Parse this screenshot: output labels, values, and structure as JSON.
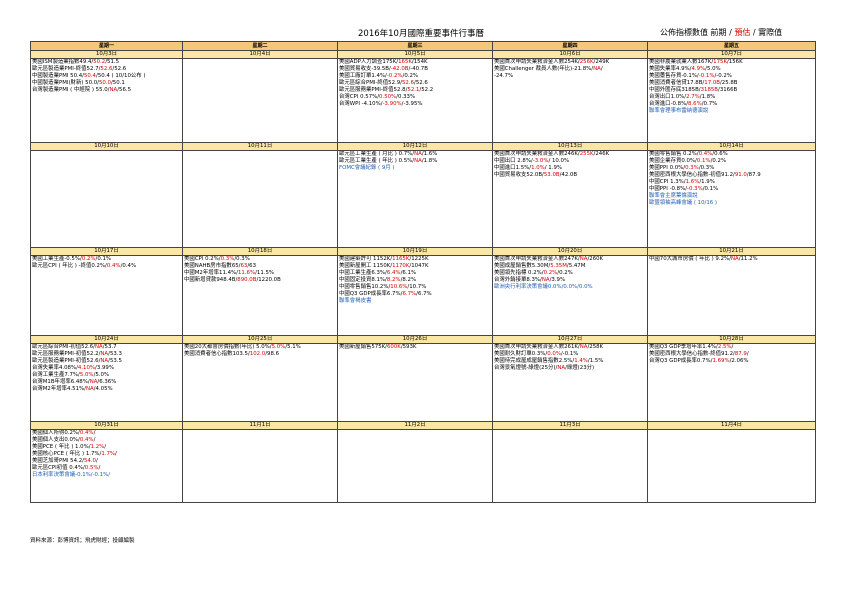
{
  "title": "2016年10月國際重要事件行事曆",
  "legend": {
    "prefix": "公佈指標數值  前期 / ",
    "estimate": "預估",
    "suffix": " / 實際值"
  },
  "weekdays": [
    "星期一",
    "星期二",
    "星期三",
    "星期四",
    "星期五"
  ],
  "weeks": [
    {
      "days": [
        {
          "date": "10月3日",
          "items": [
            {
              "t": "美國ISM製造業指數49.4/",
              "e": "50.2",
              "a": "/51.5"
            },
            {
              "t": "歐元區製造業PMI-終值52.7/",
              "e": "52.6",
              "a": "/52.6"
            },
            {
              "t": "中國製造業PMI 50.4/",
              "e": "50.4",
              "a": "/50.4 ( 10/10公布 )"
            },
            {
              "t": "中國製造業PMI(財新) 50.0/",
              "e": "50.0",
              "a": "/50.1"
            },
            {
              "t": "台灣製造業PMI ( 中經院 ) 55.0/",
              "e": "NA",
              "a": "/56.5"
            }
          ]
        },
        {
          "date": "10月4日",
          "items": []
        },
        {
          "date": "10月5日",
          "items": [
            {
              "t": "美國ADP人力調查175K/",
              "e": "165K",
              "a": "/154K"
            },
            {
              "t": "美國貿易收支-39.5B/",
              "e": "-42.0B",
              "a": "/-40.7B"
            },
            {
              "t": "美國工廠訂單1.4%/",
              "e": "-0.2%",
              "a": "/0.2%"
            },
            {
              "t": "歐元區綜合PMI-終值52.9/",
              "e": "52.6",
              "a": "/52.6"
            },
            {
              "t": "歐元區服務業PMI-終值52.8/",
              "e": "52.1",
              "a": "/52.2"
            },
            {
              "t": "台灣CPI 0.57%/",
              "e": "0.50%",
              "a": "/0.33%"
            },
            {
              "t": "台灣WPI -4.10%/",
              "e": "-3.90%",
              "a": "/-3.95%"
            }
          ]
        },
        {
          "date": "10月6日",
          "items": [
            {
              "t": "美國首次申請失業救濟金人數254K/",
              "e": "256K",
              "a": "/249K"
            },
            {
              "t": "美國Challenger 裁員人數(年比)-21.8%/",
              "e": "NA",
              "a": "/"
            },
            {
              "t": "-24.7%",
              "e": "",
              "a": ""
            }
          ]
        },
        {
          "date": "10月7日",
          "items": [
            {
              "t": "美國非農業就業人數167K/",
              "e": "175K",
              "a": "/156K"
            },
            {
              "t": "美國失業率4.9%/",
              "e": "4.9%",
              "a": "/5.0%"
            },
            {
              "t": "美國躉售存貨-0.1%/",
              "e": "-0.1%",
              "a": "/-0.2%"
            },
            {
              "t": "美國消費者信貸17.8B/",
              "e": "17.0B",
              "a": "/25.8B"
            },
            {
              "t": "中國外匯存底3185B/",
              "e": "3185B",
              "a": "/3166B"
            },
            {
              "t": "台灣出口1.0%/",
              "e": "2.7%",
              "a": "/1.8%"
            },
            {
              "t": "台灣進口-0.8%/",
              "e": "8.6%",
              "a": "/0.7%"
            },
            {
              "t": "聯準會理事布雷納德演說",
              "e": "",
              "a": "",
              "blue": true
            }
          ]
        }
      ]
    },
    {
      "days": [
        {
          "date": "10月10日",
          "items": []
        },
        {
          "date": "10月11日",
          "items": []
        },
        {
          "date": "10月12日",
          "items": [
            {
              "t": "歐元區工業生產 ( 月比 ) 0.7%/",
              "e": "NA",
              "a": "/1.6%"
            },
            {
              "t": "歐元區工業生產 ( 年比 ) 0.5%/",
              "e": "NA",
              "a": "/1.8%"
            },
            {
              "t": "FOMC會議紀錄 ( 9月 )",
              "e": "",
              "a": "",
              "blue": true
            }
          ]
        },
        {
          "date": "10月13日",
          "items": [
            {
              "t": "美國首次申請失業救濟金人數246K/",
              "e": "255K",
              "a": "/246K"
            },
            {
              "t": "中國出口 2.8%/",
              "e": "-3.0%",
              "a": "/ 10.0%"
            },
            {
              "t": "中國進口1.5%/",
              "e": "1.0%",
              "a": "/ 1.9%"
            },
            {
              "t": "中國貿易收支52.0B/",
              "e": "53.0B",
              "a": "/42.0B"
            }
          ]
        },
        {
          "date": "10月14日",
          "items": [
            {
              "t": "美國零售銷售 0.2%/",
              "e": "0.4%",
              "a": "/0.6%"
            },
            {
              "t": "美國企業存貨0.0%/",
              "e": "0.1%",
              "a": "/0.2%"
            },
            {
              "t": "美國PPI 0.0%/",
              "e": "0.3%",
              "a": "/0.3%"
            },
            {
              "t": "美國密西根大學信心指數-初值91.2/",
              "e": "91.0",
              "a": "/87.9"
            },
            {
              "t": "中國CPI 1.3%/",
              "e": "1.6%",
              "a": "/1.9%"
            },
            {
              "t": "中國PPI -0.8%/",
              "e": "-0.3%",
              "a": "/0.1%"
            },
            {
              "t": "聯準會主席葉倫演說",
              "e": "",
              "a": "",
              "blue": true
            },
            {
              "t": "歐盟領袖高峰會議 ( 10/16 )",
              "e": "",
              "a": "",
              "blue": true
            }
          ]
        }
      ]
    },
    {
      "days": [
        {
          "date": "10月17日",
          "items": [
            {
              "t": "美國工業生產-0.5%/",
              "e": "0.2%",
              "a": "/0.1%"
            },
            {
              "t": "歐元區CPI ( 年比 ) -終值0.2%/",
              "e": "0.4%",
              "a": "/0.4%"
            }
          ]
        },
        {
          "date": "10月18日",
          "items": [
            {
              "t": "美國CPI 0.2%/",
              "e": "0.3%",
              "a": "/0.3%"
            },
            {
              "t": "美國NAHB房市指數65/",
              "e": "63",
              "a": "/63"
            },
            {
              "t": "中國M2年增率11.4%/",
              "e": "11.6%",
              "a": "/11.5%"
            },
            {
              "t": "中國新增貸款948.4B/",
              "e": "890.0B",
              "a": "/1220.0B"
            }
          ]
        },
        {
          "date": "10月19日",
          "items": [
            {
              "t": "美國建築許可 1152K/",
              "e": "1165K",
              "a": "/1225K"
            },
            {
              "t": "美國新屋開工 1150K/",
              "e": "1170K",
              "a": "/1047K"
            },
            {
              "t": "中國工業生產6.3%/",
              "e": "6.4%",
              "a": "/6.1%"
            },
            {
              "t": "中國固定投資8.1%/",
              "e": "8.2%",
              "a": "/8.2%"
            },
            {
              "t": "中國零售銷售10.2%/",
              "e": "10.6%",
              "a": "/10.7%"
            },
            {
              "t": "中國Q3 GDP成長率6.7%/",
              "e": "6.7%",
              "a": "/6.7%"
            },
            {
              "t": "聯準會褐皮書",
              "e": "",
              "a": "",
              "blue": true
            }
          ]
        },
        {
          "date": "10月20日",
          "items": [
            {
              "t": "美國首次申請失業救濟金人數247K/",
              "e": "NA",
              "a": "/260K"
            },
            {
              "t": "美國成屋銷售數5.30M/",
              "e": "5.35M",
              "a": "/5.47M"
            },
            {
              "t": "美國領先指標 0.2%/",
              "e": "0.2%",
              "a": "/0.2%"
            },
            {
              "t": "台灣外銷接單8.3%/",
              "e": "NA",
              "a": "/3.9%"
            },
            {
              "t": "歐洲央行利率決策會議0.0%/",
              "e": "0.0%",
              "a": "/0.0%",
              "allblue": true
            }
          ]
        },
        {
          "date": "10月21日",
          "items": [
            {
              "t": "中國70大城市房價 ( 年比 ) 9.2%/",
              "e": "NA",
              "a": "/11.2%"
            }
          ]
        }
      ]
    },
    {
      "days": [
        {
          "date": "10月24日",
          "items": [
            {
              "t": "歐元區綜合PMI-初值52.6/",
              "e": "NA",
              "a": "/53.7"
            },
            {
              "t": "歐元區服務業PMI-初值52.2/",
              "e": "NA",
              "a": "/53.3"
            },
            {
              "t": "歐元區製造業PMI-初值52.6/",
              "e": "NA",
              "a": "/53.5"
            },
            {
              "t": "台灣失業率4.08%/",
              "e": "4.10%",
              "a": "/3.99%"
            },
            {
              "t": "台灣工業生產7.7%/",
              "e": "5.0%",
              "a": "/5.0%"
            },
            {
              "t": "台灣M1B年增率6.48%/",
              "e": "NA",
              "a": "/6.36%"
            },
            {
              "t": "台灣M2年增率4.51%/",
              "e": "NA",
              "a": "/4.05%"
            }
          ]
        },
        {
          "date": "10月25日",
          "items": [
            {
              "t": "美國20大都會房價指數(年比) 5.0%/",
              "e": "5.0%",
              "a": "/5.1%"
            },
            {
              "t": "美國消費者信心指數103.5/",
              "e": "102.0",
              "a": "/98.6"
            }
          ]
        },
        {
          "date": "10月26日",
          "items": [
            {
              "t": "美國新屋銷售575K/",
              "e": "600K",
              "a": "/593K"
            }
          ]
        },
        {
          "date": "10月27日",
          "items": [
            {
              "t": "美國首次申請失業救濟金人數261K/",
              "e": "NA",
              "a": "/258K"
            },
            {
              "t": "美國耐久財訂單0.3%/",
              "e": "0.0%",
              "a": "/-0.1%"
            },
            {
              "t": "美國待完成屋成屋銷售指數2.5%/",
              "e": "1.4%",
              "a": "/1.5%"
            },
            {
              "t": "台灣景氣燈號-綠燈(25分)/",
              "e": "NA",
              "a": "/綠燈(23分)"
            }
          ]
        },
        {
          "date": "10月28日",
          "items": [
            {
              "t": "美國Q3 GDP季增年率1.4%/",
              "e": "2.5%",
              "a": "/"
            },
            {
              "t": "美國密西根大學信心指數-終值91.2/",
              "e": "87.9",
              "a": "/"
            },
            {
              "t": "台灣Q3 GDP成長率0.7%/",
              "e": "1.69%",
              "a": "/2.06%"
            }
          ]
        }
      ]
    },
    {
      "days": [
        {
          "date": "10月31日",
          "items": [
            {
              "t": "美國個人所得0.2%/",
              "e": "0.4%",
              "a": "/"
            },
            {
              "t": "美國個人支出0.0%/",
              "e": "0.4%",
              "a": "/"
            },
            {
              "t": "美國PCE ( 年比 ) 1.0%/",
              "e": "1.2%",
              "a": "/"
            },
            {
              "t": "美國核心PCE ( 年比 ) 1.7%/",
              "e": "1.7%",
              "a": "/"
            },
            {
              "t": "美國芝加哥PMI 54.2/",
              "e": "54.0",
              "a": "/"
            },
            {
              "t": "歐元區CPI初值 0.4%/",
              "e": "0.5%",
              "a": "/"
            },
            {
              "t": "日本利率決策會議-0.1%/",
              "e": "-0.1%",
              "a": "/",
              "allblue": true
            }
          ]
        },
        {
          "date": "11月1日",
          "items": []
        },
        {
          "date": "11月2日",
          "items": []
        },
        {
          "date": "11月3日",
          "items": []
        },
        {
          "date": "11月4日",
          "items": []
        }
      ]
    }
  ],
  "footer": "資料來源：彭博資訊；飛虎財經；投顧編製"
}
